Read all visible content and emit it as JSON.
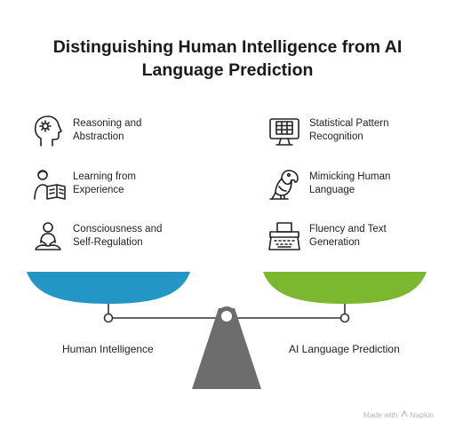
{
  "title_lines": [
    "Distinguishing Human Intelligence from AI",
    "Language Prediction"
  ],
  "left": {
    "label": "Human Intelligence",
    "color": "#2496c6",
    "items": [
      {
        "line1": "Reasoning and",
        "line2": "Abstraction",
        "icon": "head-thinking-icon"
      },
      {
        "line1": "Learning from",
        "line2": "Experience",
        "icon": "person-reading-icon"
      },
      {
        "line1": "Consciousness and",
        "line2": "Self-Regulation",
        "icon": "person-meditating-icon"
      }
    ]
  },
  "right": {
    "label": "AI Language Prediction",
    "color": "#7cb82f",
    "items": [
      {
        "line1": "Statistical Pattern",
        "line2": "Recognition",
        "icon": "monitor-spreadsheet-icon"
      },
      {
        "line1": "Mimicking Human",
        "line2": "Language",
        "icon": "parrot-icon"
      },
      {
        "line1": "Fluency and Text",
        "line2": "Generation",
        "icon": "typewriter-icon"
      }
    ]
  },
  "footer": {
    "made_with": "Made with",
    "brand": "Napkin"
  }
}
